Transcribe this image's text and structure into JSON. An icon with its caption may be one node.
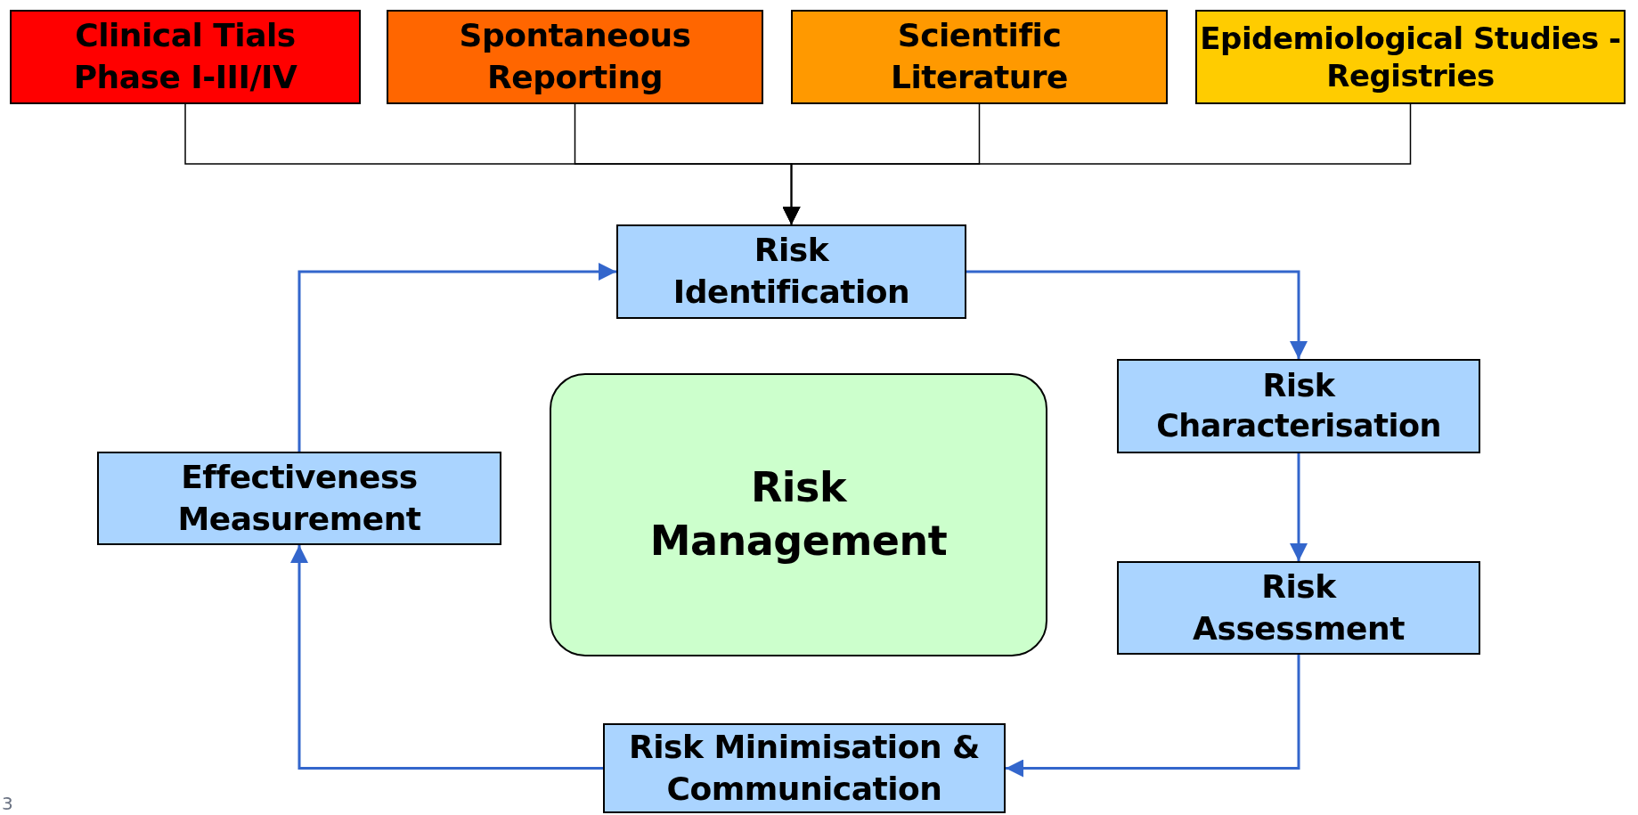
{
  "diagram": {
    "nodes": [
      {
        "text": [
          "Clinical Tials Phase I-III/IV"
        ]
      },
      {
        "text": [
          "Spontaneous Reporting"
        ]
      },
      {
        "text": [
          "Scientific Literature"
        ]
      },
      {
        "text": [
          "Epidemiological Studies - Registries"
        ]
      },
      {
        "text": [
          "Risk Identification"
        ]
      },
      {
        "text": [
          "Risk Characterisation"
        ]
      },
      {
        "text": [
          "Risk Assessment"
        ]
      },
      {
        "text": [
          "Risk Minimisation & Communication"
        ]
      },
      {
        "text": [
          "Effectiveness Measurement"
        ]
      },
      {
        "text": [
          "Risk Management"
        ]
      }
    ],
    "edges": [
      {
        "from": 0,
        "to": 4,
        "arrow": "to",
        "color": "#000000"
      },
      {
        "from": 1,
        "to": 4,
        "arrow": "to",
        "color": "#000000"
      },
      {
        "from": 2,
        "to": 4,
        "arrow": "to",
        "color": "#000000"
      },
      {
        "from": 3,
        "to": 4,
        "arrow": "to",
        "color": "#000000"
      },
      {
        "from": 4,
        "to": 5,
        "arrow": "to"
      },
      {
        "from": 5,
        "to": 6,
        "arrow": "to"
      },
      {
        "from": 6,
        "to": 7,
        "arrow": "to"
      },
      {
        "from": 7,
        "to": 8,
        "arrow": "to"
      },
      {
        "from": 8,
        "to": 4,
        "arrow": "to"
      }
    ],
    "labels": [
      "3"
    ]
  }
}
